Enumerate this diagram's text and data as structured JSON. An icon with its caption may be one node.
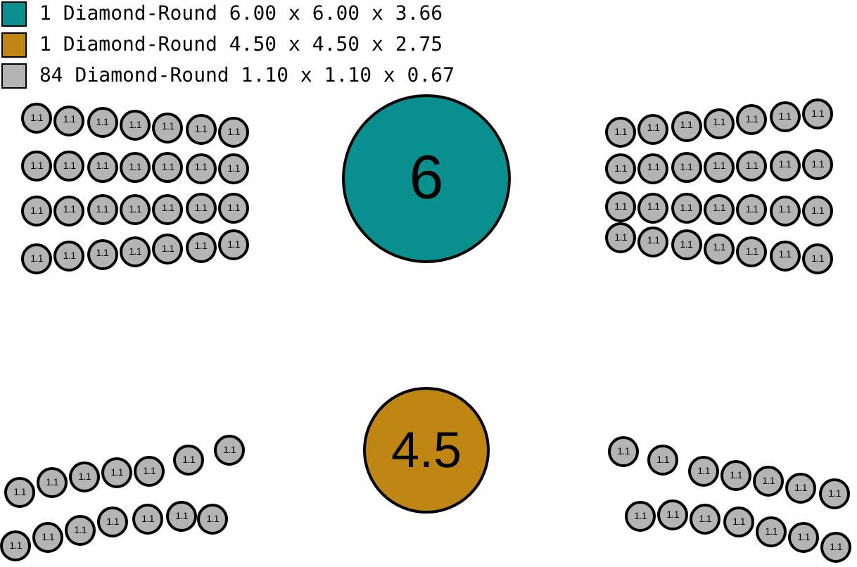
{
  "diagram": {
    "nodes": [
      {
        "text": [
          "1.1"
        ]
      },
      {
        "text": [
          "1.1"
        ]
      },
      {
        "text": [
          "1.1"
        ]
      },
      {
        "text": [
          "1.1"
        ]
      },
      {
        "text": [
          "1.1"
        ]
      },
      {
        "text": [
          "1.1"
        ]
      },
      {
        "text": [
          "1.1"
        ]
      },
      {
        "text": [
          "1.1"
        ]
      },
      {
        "text": [
          "1.1"
        ]
      },
      {
        "text": [
          "1.1"
        ]
      },
      {
        "text": [
          "1.1"
        ]
      },
      {
        "text": [
          "1.1"
        ]
      },
      {
        "text": [
          "1.1"
        ]
      },
      {
        "text": [
          "1.1"
        ]
      },
      {
        "text": [
          "1.1"
        ]
      },
      {
        "text": [
          "1.1"
        ]
      },
      {
        "text": [
          "1.1"
        ]
      },
      {
        "text": [
          "1.1"
        ]
      },
      {
        "text": [
          "1.1"
        ]
      },
      {
        "text": [
          "1.1"
        ]
      },
      {
        "text": [
          "1.1"
        ]
      },
      {
        "text": [
          "1.1"
        ]
      },
      {
        "text": [
          "1.1"
        ]
      },
      {
        "text": [
          "1.1"
        ]
      },
      {
        "text": [
          "1.1"
        ]
      },
      {
        "text": [
          "1.1"
        ]
      },
      {
        "text": [
          "1.1"
        ]
      },
      {
        "text": [
          "1.1"
        ]
      },
      {
        "text": [
          "6"
        ]
      },
      {
        "text": [
          "1.1"
        ]
      },
      {
        "text": [
          "1.1"
        ]
      },
      {
        "text": [
          "1.1"
        ]
      },
      {
        "text": [
          "1.1"
        ]
      },
      {
        "text": [
          "1.1"
        ]
      },
      {
        "text": [
          "1.1"
        ]
      },
      {
        "text": [
          "1.1"
        ]
      },
      {
        "text": [
          "1.1"
        ]
      },
      {
        "text": [
          "1.1"
        ]
      },
      {
        "text": [
          "1.1"
        ]
      },
      {
        "text": [
          "1.1"
        ]
      },
      {
        "text": [
          "1.1"
        ]
      },
      {
        "text": [
          "1.1"
        ]
      },
      {
        "text": [
          "1.1"
        ]
      },
      {
        "text": [
          "1.1"
        ]
      },
      {
        "text": [
          "1.1"
        ]
      },
      {
        "text": [
          "1.1"
        ]
      },
      {
        "text": [
          "1.1"
        ]
      },
      {
        "text": [
          "1.1"
        ]
      },
      {
        "text": [
          "1.1"
        ]
      },
      {
        "text": [
          "1.1"
        ]
      },
      {
        "text": [
          "1.1"
        ]
      },
      {
        "text": [
          "1.1"
        ]
      },
      {
        "text": [
          "1.1"
        ]
      },
      {
        "text": [
          "1.1"
        ]
      },
      {
        "text": [
          "1.1"
        ]
      },
      {
        "text": [
          "1.1"
        ]
      },
      {
        "text": [
          "1.1"
        ]
      },
      {
        "text": [
          "1.1"
        ]
      },
      {
        "text": [
          "1.1"
        ]
      },
      {
        "text": [
          "1.1"
        ]
      },
      {
        "text": [
          "1.1"
        ]
      },
      {
        "text": [
          "1.1"
        ]
      },
      {
        "text": [
          "1.1"
        ]
      },
      {
        "text": [
          "1.1"
        ]
      },
      {
        "text": [
          "1.1"
        ]
      },
      {
        "text": [
          "1.1"
        ]
      },
      {
        "text": [
          "1.1"
        ]
      },
      {
        "text": [
          "1.1"
        ]
      },
      {
        "text": [
          "1.1"
        ]
      },
      {
        "text": [
          "1.1"
        ]
      },
      {
        "text": [
          "1.1"
        ]
      },
      {
        "text": [
          "4.5"
        ]
      },
      {
        "text": [
          "1.1"
        ]
      },
      {
        "text": [
          "1.1"
        ]
      },
      {
        "text": [
          "1.1"
        ]
      },
      {
        "text": [
          "1.1"
        ]
      },
      {
        "text": [
          "1.1"
        ]
      },
      {
        "text": [
          "1.1"
        ]
      },
      {
        "text": [
          "1.1"
        ]
      },
      {
        "text": [
          "1.1"
        ]
      },
      {
        "text": [
          "1.1"
        ]
      },
      {
        "text": [
          "1.1"
        ]
      },
      {
        "text": [
          "1.1"
        ]
      },
      {
        "text": [
          "1.1"
        ]
      },
      {
        "text": [
          "1.1"
        ]
      },
      {
        "text": [
          "1.1"
        ]
      }
    ],
    "legend": [
      {
        "text": "1 Diamond-Round 6.00 x 6.00 x 3.66",
        "color": "#0a8f8f"
      },
      {
        "text": "1 Diamond-Round 4.50 x 4.50 x 2.75",
        "color": "#bf8712"
      },
      {
        "text": "84 Diamond-Round 1.10 x 1.10 x 0.67",
        "color": "#b4b4b4"
      }
    ]
  }
}
